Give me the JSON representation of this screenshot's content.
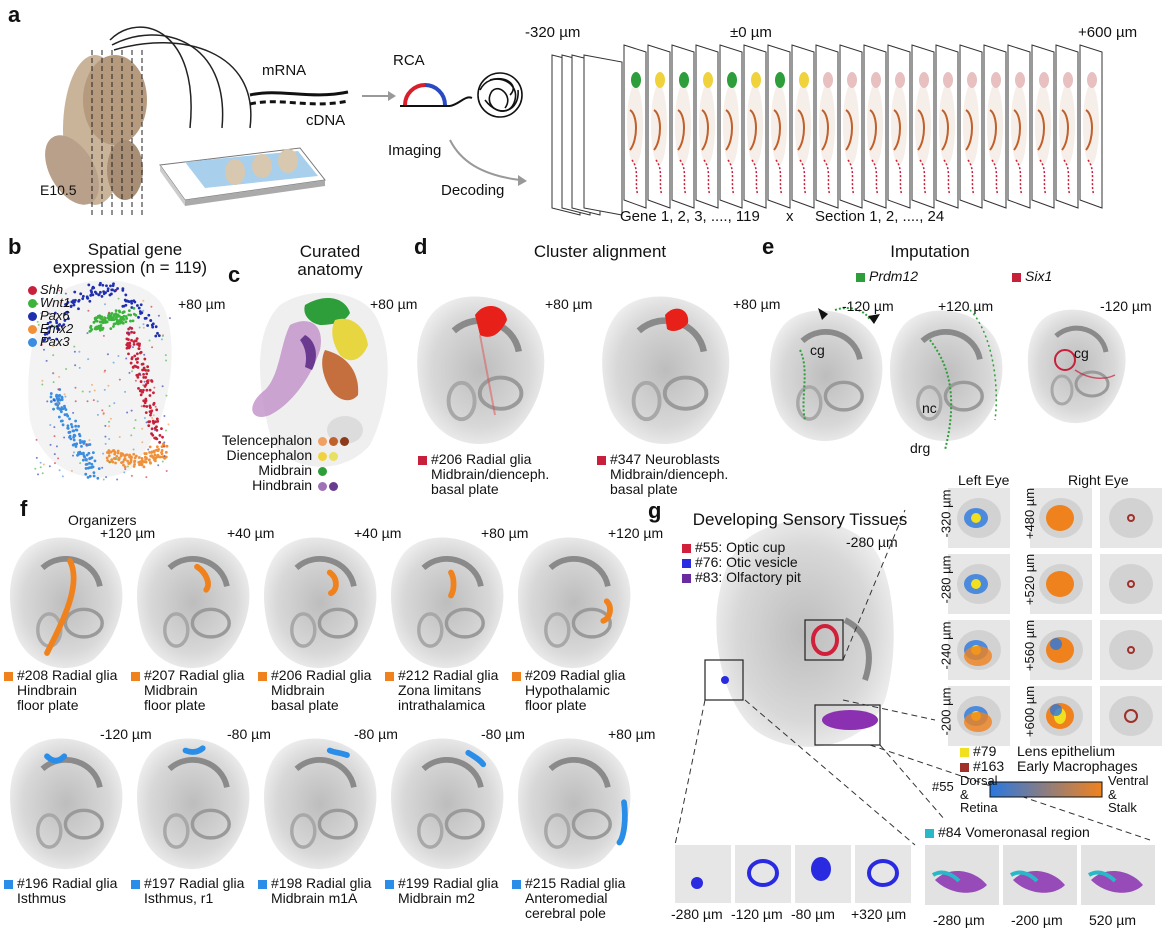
{
  "panel_a": {
    "label": "a",
    "stage": "E10.5",
    "mrna": "mRNA",
    "cdna": "cDNA",
    "rca": "RCA",
    "imaging": "Imaging",
    "decoding": "Decoding",
    "pos_left": "-320 µm",
    "pos_mid": "±0 µm",
    "pos_right": "+600 µm",
    "genes": "Gene 1, 2, 3, ...., 119",
    "times": "x",
    "sections": "Section 1, 2, ...., 24"
  },
  "panel_b": {
    "label": "b",
    "title_1": "Spatial gene",
    "title_2": "expression (n = 119)",
    "pos": "+80 µm",
    "genes": [
      {
        "name": "Shh",
        "color": "#c8203b"
      },
      {
        "name": "Wnt1",
        "color": "#3cb43c"
      },
      {
        "name": "Pax6",
        "color": "#1f2fb0"
      },
      {
        "name": "Emx2",
        "color": "#f0913a"
      },
      {
        "name": "Pax3",
        "color": "#3a8de0"
      }
    ]
  },
  "panel_c": {
    "label": "c",
    "title_1": "Curated",
    "title_2": "anatomy",
    "pos": "+80 µm",
    "regions": [
      {
        "name": "Telencephalon",
        "colors": [
          "#f0a060",
          "#c0602a",
          "#8c3a1a"
        ]
      },
      {
        "name": "Diencephalon",
        "colors": [
          "#f0d23c",
          "#e8e060"
        ]
      },
      {
        "name": "Midbrain",
        "colors": [
          "#2e9e3a"
        ]
      },
      {
        "name": "Hindbrain",
        "colors": [
          "#a070b8",
          "#6a3a90"
        ]
      }
    ]
  },
  "panel_d": {
    "label": "d",
    "title": "Cluster alignment",
    "pos_1": "+80 µm",
    "pos_2": "+80 µm",
    "cluster_1": [
      "#206 Radial glia",
      "Midbrain/dienceph.",
      "basal plate"
    ],
    "cluster_2": [
      "#347 Neuroblasts",
      "Midbrain/dienceph.",
      "basal plate"
    ]
  },
  "panel_e": {
    "label": "e",
    "title": "Imputation",
    "gene_1": "Prdm12",
    "gene_2": "Six1",
    "pos_1": "-120 µm",
    "pos_2": "+120 µm",
    "pos_3": "-120 µm",
    "cg_1": "cg",
    "cg_2": "cg",
    "nc": "nc",
    "drg": "drg"
  },
  "panel_f": {
    "label": "f",
    "title": "Organizers",
    "row1": [
      {
        "pos": "+120 µm",
        "lines": [
          "#208 Radial glia",
          "Hindbrain",
          "floor plate"
        ]
      },
      {
        "pos": "+40 µm",
        "lines": [
          "#207 Radial glia",
          "Midbrain",
          "floor plate"
        ]
      },
      {
        "pos": "+40 µm",
        "lines": [
          "#206 Radial glia",
          "Midbrain",
          "basal plate"
        ]
      },
      {
        "pos": "+80 µm",
        "lines": [
          "#212 Radial glia",
          "Zona limitans",
          "intrathalamica"
        ]
      },
      {
        "pos": "+120 µm",
        "lines": [
          "#209 Radial glia",
          "Hypothalamic",
          "floor plate"
        ]
      }
    ],
    "row2": [
      {
        "pos": "-120 µm",
        "lines": [
          "#196 Radial glia",
          "Isthmus"
        ]
      },
      {
        "pos": "-80 µm",
        "lines": [
          "#197 Radial glia",
          "Isthmus, r1"
        ]
      },
      {
        "pos": "-80 µm",
        "lines": [
          "#198 Radial glia",
          "Midbrain m1A"
        ]
      },
      {
        "pos": "-80 µm",
        "lines": [
          "#199 Radial glia",
          "Midbrain m2"
        ]
      },
      {
        "pos": "+80 µm",
        "lines": [
          "#215 Radial glia",
          "Anteromedial",
          "cerebral pole"
        ]
      }
    ],
    "row1_color": "#f0821e",
    "row2_color": "#2a8ee8"
  },
  "panel_g": {
    "label": "g",
    "title": "Developing Sensory Tissues",
    "pos": "-280 µm",
    "legend": [
      {
        "text": "#55: Optic cup",
        "color": "#d0203a"
      },
      {
        "text": "#76: Otic vesicle",
        "color": "#2a2ae0"
      },
      {
        "text": "#83: Olfactory pit",
        "color": "#6a2aa0"
      }
    ],
    "left_eye": "Left Eye",
    "right_eye": "Right Eye",
    "left_pos": [
      "-320 µm",
      "-280 µm",
      "-240 µm",
      "-200 µm"
    ],
    "right_pos": [
      "+480 µm",
      "+520 µm",
      "+560 µm",
      "+600 µm"
    ],
    "legend2": [
      {
        "text": "#79",
        "desc": "Lens epithelium",
        "color": "#f0e020"
      },
      {
        "text": "#163",
        "desc": "Early Macrophages",
        "color": "#a0302a"
      }
    ],
    "grad_id": "#55",
    "grad_left_1": "Dorsal",
    "grad_left_2": "& Retina",
    "grad_right_1": "Ventral",
    "grad_right_2": "& Stalk",
    "vomero": "#84 Vomeronasal region",
    "vomero_color": "#2ab8c8",
    "otic_pos": [
      "-280 µm",
      "-120 µm",
      "-80 µm",
      "+320 µm"
    ],
    "olf_pos": [
      "-280 µm",
      "-200 µm",
      "520 µm"
    ]
  }
}
